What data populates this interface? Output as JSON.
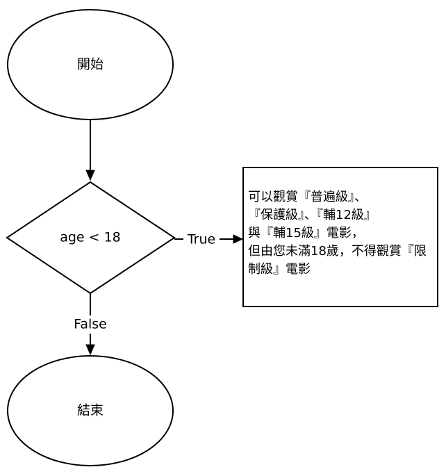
{
  "flowchart": {
    "nodes": {
      "start": {
        "label": "開始"
      },
      "condition": {
        "label": "age < 18"
      },
      "result_box": {
        "label": "可以觀賞『普遍級』、\n『保護級』、『輔12級』\n與『輔15級』電影，\n但由您未滿18歲，不得觀賞『限制級』電影"
      },
      "end": {
        "label": "結束"
      }
    },
    "edges": {
      "true_label": "True",
      "false_label": "False"
    }
  }
}
